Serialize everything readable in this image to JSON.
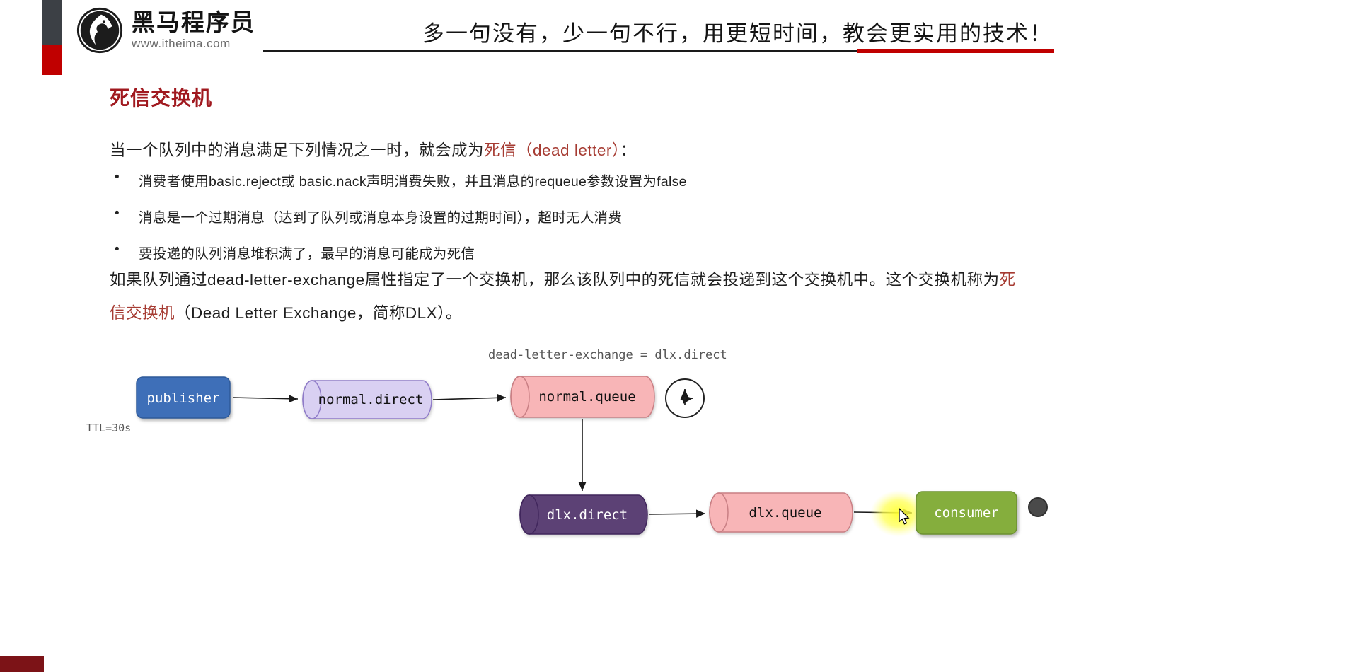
{
  "header": {
    "logo_title": "黑马程序员",
    "logo_url": "www.itheima.com",
    "slogan": "多一句没有，少一句不行，用更短时间，教会更实用的技术！"
  },
  "page": {
    "title": "死信交换机",
    "intro": {
      "prefix": "当一个队列中的消息满足下列情况之一时，就会成为",
      "highlight": "死信（dead letter）",
      "suffix": "："
    },
    "bullets": [
      "消费者使用basic.reject或 basic.nack声明消费失败，并且消息的requeue参数设置为false",
      "消息是一个过期消息（达到了队列或消息本身设置的过期时间），超时无人消费",
      "要投递的队列消息堆积满了，最早的消息可能成为死信"
    ],
    "paragraph2": {
      "part1": "如果队列通过dead-letter-exchange属性指定了一个交换机，那么该队列中的死信就会投递到这个交换机中。这个交换机称为",
      "highlight": "死信交换机",
      "part2": "（Dead Letter Exchange，简称DLX）。"
    }
  },
  "diagram": {
    "annotation": "dead-letter-exchange = dlx.direct",
    "ttl_label": "TTL=30s",
    "publisher": "publisher",
    "normal_exchange": "normal.direct",
    "normal_queue": "normal.queue",
    "dlx_exchange": "dlx.direct",
    "dlx_queue": "dlx.queue",
    "consumer": "consumer"
  },
  "icons": {
    "logo": "horse-in-circle-icon",
    "timer": "clock-ttl-icon",
    "pointer": "mouse-cursor-icon",
    "highlight": "yellow-highlight-mark",
    "dot": "gray-annotation-dot"
  },
  "colors": {
    "accent_red": "#c00000",
    "title_red": "#a0191f",
    "highlight_red": "#a63b32",
    "publisher_blue": "#3e6fb8",
    "exchange_lavender": "#d9d0f2",
    "queue_pink": "#f8b5b7",
    "dlx_purple": "#5c4175",
    "consumer_green": "#85ae3d"
  }
}
